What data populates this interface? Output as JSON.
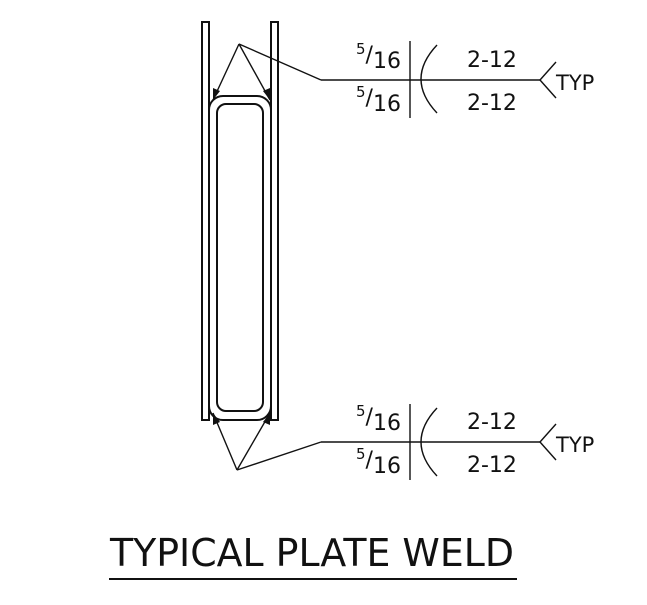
{
  "title": "TYPICAL PLATE WELD",
  "top_callout": {
    "arrow_side_size_num": "5",
    "arrow_side_size_den": "16",
    "other_side_size_num": "5",
    "other_side_size_den": "16",
    "arrow_side_length_pitch": "2-12",
    "other_side_length_pitch": "2-12",
    "tail_note": "TYP"
  },
  "bottom_callout": {
    "arrow_side_size_num": "5",
    "arrow_side_size_den": "16",
    "other_side_size_num": "5",
    "other_side_size_den": "16",
    "arrow_side_length_pitch": "2-12",
    "other_side_length_pitch": "2-12",
    "tail_note": "TYP"
  }
}
